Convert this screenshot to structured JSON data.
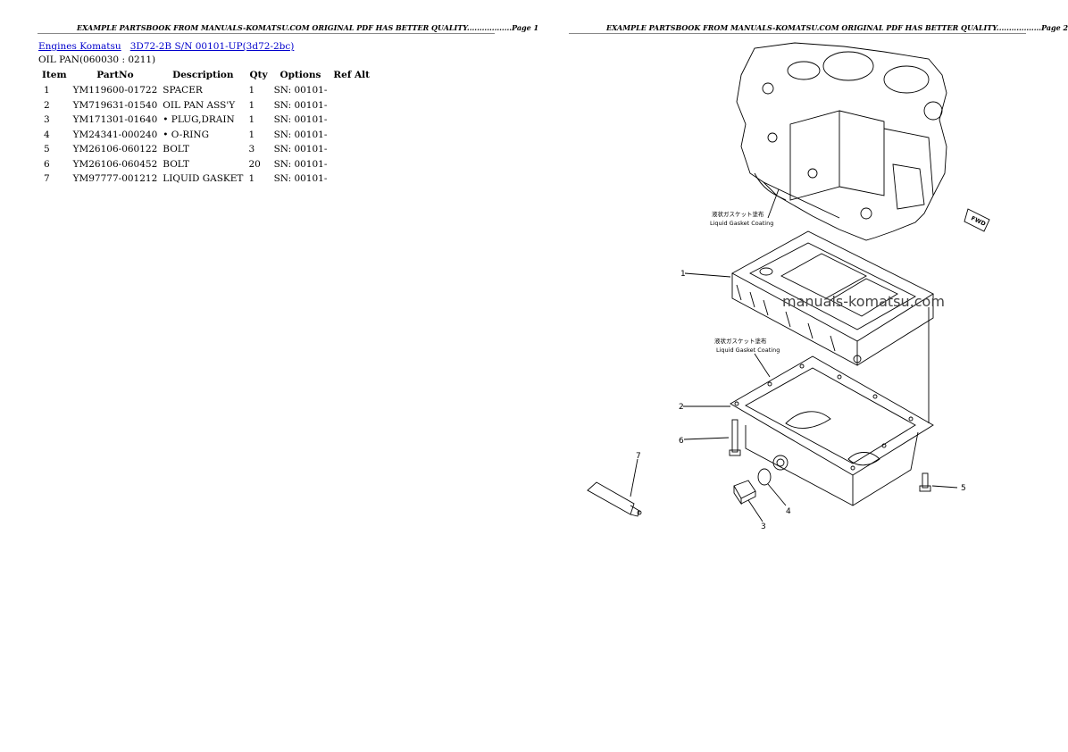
{
  "left_page": {
    "header": "EXAMPLE PARTSBOOK FROM MANUALS-KOMATSU.COM ORIGINAL PDF HAS BETTER QUALITY..................Page 1",
    "breadcrumb": {
      "brand_link": "Engines Komatsu",
      "model_link": "3D72-2B S/N 00101-UP(3d72-2bc)"
    },
    "subtitle": "OIL PAN(060030 : 0211)",
    "table": {
      "columns": [
        "Item",
        "PartNo",
        "Description",
        "Qty",
        "Options",
        "Ref Alt"
      ],
      "rows": [
        {
          "item": "1",
          "part_no": "YM119600-01722",
          "description": "SPACER",
          "qty": "1",
          "options": "SN: 00101-",
          "ref_alt": ""
        },
        {
          "item": "2",
          "part_no": "YM719631-01540",
          "description": "OIL PAN ASS'Y",
          "qty": "1",
          "options": "SN: 00101-",
          "ref_alt": ""
        },
        {
          "item": "3",
          "part_no": "YM171301-01640",
          "description": "• PLUG,DRAIN",
          "qty": "1",
          "options": "SN: 00101-",
          "ref_alt": ""
        },
        {
          "item": "4",
          "part_no": "YM24341-000240",
          "description": "• O-RING",
          "qty": "1",
          "options": "SN: 00101-",
          "ref_alt": ""
        },
        {
          "item": "5",
          "part_no": "YM26106-060122",
          "description": "BOLT",
          "qty": "3",
          "options": "SN: 00101-",
          "ref_alt": ""
        },
        {
          "item": "6",
          "part_no": "YM26106-060452",
          "description": "BOLT",
          "qty": "20",
          "options": "SN: 00101-",
          "ref_alt": ""
        },
        {
          "item": "7",
          "part_no": "YM97777-001212",
          "description": "LIQUID GASKET",
          "qty": "1",
          "options": "SN: 00101-",
          "ref_alt": ""
        }
      ]
    }
  },
  "right_page": {
    "header": "EXAMPLE PARTSBOOK FROM MANUALS-KOMATSU.COM ORIGINAL PDF HAS BETTER QUALITY..................Page 2",
    "watermark": "manuals-komatsu.com",
    "diagram": {
      "fwd_label": "FWD",
      "note_upper_jp": "液状ガスケット塗布",
      "note_upper_en": "Liquid Gasket Coating",
      "note_lower_jp": "液状ガスケット塗布",
      "note_lower_en": "Liquid Gasket Coating",
      "callouts": [
        "1",
        "2",
        "3",
        "4",
        "5",
        "6",
        "7"
      ]
    }
  }
}
